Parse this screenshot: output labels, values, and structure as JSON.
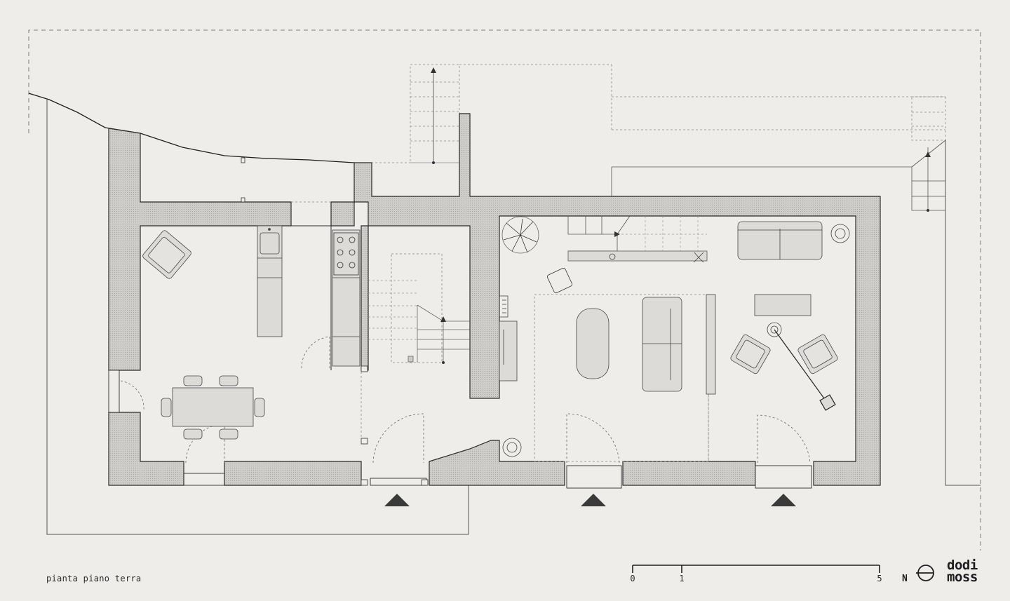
{
  "caption": "pianta piano terra",
  "scale_bar": {
    "labels": [
      "0",
      "1",
      "5"
    ]
  },
  "north_label": "N",
  "logo": {
    "line1": "dodi",
    "line2": "moss"
  },
  "colors": {
    "background": "#eeedea",
    "wall_fill": "#cfcdca",
    "line": "#2b2b2b",
    "dashed": "#7a7a7a",
    "furniture": "#dcdbd8"
  },
  "icons": [
    "north-arrow-icon",
    "entrance-arrow-icon",
    "plant-icon",
    "stove-burner-icon",
    "sink-icon"
  ]
}
